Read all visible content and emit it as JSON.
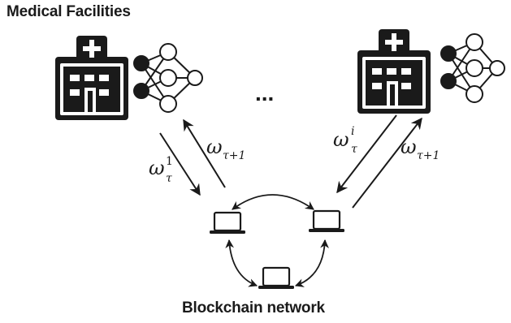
{
  "header": {
    "title": "Medical Facilities"
  },
  "footer": {
    "title": "Blockchain network"
  },
  "ellipsis": "...",
  "facilities": [
    {
      "icon": "hospital-icon",
      "model_icon": "neural-network-icon",
      "upload_label": {
        "base": "ω",
        "sup": "1",
        "sub": "τ"
      },
      "download_label": {
        "base": "ω",
        "sub": "τ+1"
      }
    },
    {
      "icon": "hospital-icon",
      "model_icon": "neural-network-icon",
      "upload_label": {
        "base": "ω",
        "sup": "i",
        "sub": "τ"
      },
      "download_label": {
        "base": "ω",
        "sub": "τ+1"
      }
    }
  ],
  "network": {
    "nodes": [
      "laptop-icon",
      "laptop-icon",
      "laptop-icon"
    ]
  },
  "colors": {
    "ink": "#1a1a1a",
    "background": "#ffffff"
  }
}
